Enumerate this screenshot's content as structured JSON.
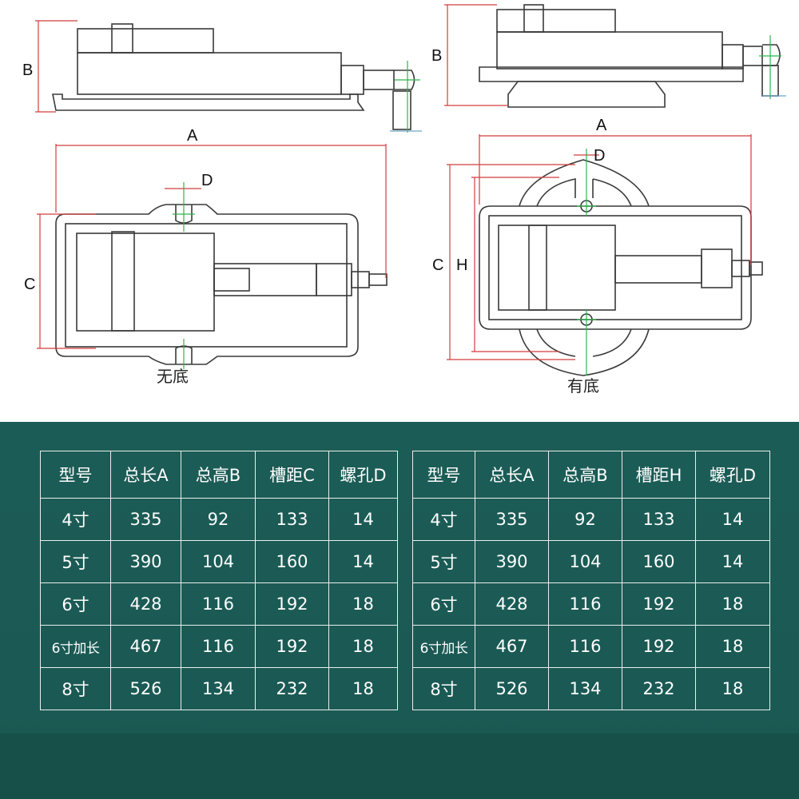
{
  "drawing": {
    "dim_labels": {
      "A": "A",
      "B": "B",
      "C": "C",
      "D": "D",
      "H": "H"
    },
    "captions": {
      "left": "无底",
      "right": "有底"
    }
  },
  "tables": [
    {
      "headers": [
        "型号",
        "总长A",
        "总高B",
        "槽距C",
        "螺孔D"
      ],
      "rows": [
        [
          "4寸",
          "335",
          "92",
          "133",
          "14"
        ],
        [
          "5寸",
          "390",
          "104",
          "160",
          "14"
        ],
        [
          "6寸",
          "428",
          "116",
          "192",
          "18"
        ],
        [
          "6寸加长",
          "467",
          "116",
          "192",
          "18"
        ],
        [
          "8寸",
          "526",
          "134",
          "232",
          "18"
        ]
      ]
    },
    {
      "headers": [
        "型号",
        "总长A",
        "总高B",
        "槽距H",
        "螺孔D"
      ],
      "rows": [
        [
          "4寸",
          "335",
          "92",
          "133",
          "14"
        ],
        [
          "5寸",
          "390",
          "104",
          "160",
          "14"
        ],
        [
          "6寸",
          "428",
          "116",
          "192",
          "18"
        ],
        [
          "6寸加长",
          "467",
          "116",
          "192",
          "18"
        ],
        [
          "8寸",
          "526",
          "134",
          "232",
          "18"
        ]
      ]
    }
  ],
  "colors": {
    "panel": "#1c5c56",
    "dimension_line": "#d23c3c",
    "centerline": "#2fb34a",
    "outline": "#3a3a3a"
  }
}
